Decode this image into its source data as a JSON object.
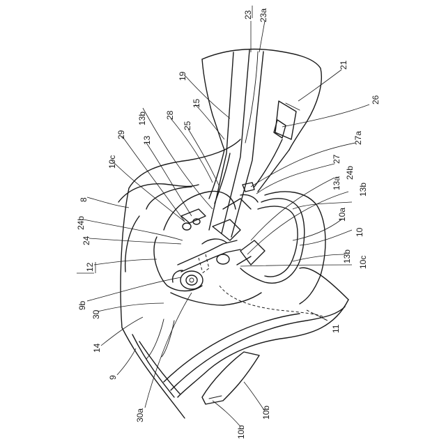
{
  "figure": {
    "labels": [
      {
        "key": "lbl_23",
        "text": "23",
        "underlined": true
      },
      {
        "key": "lbl_23a",
        "text": "23a"
      },
      {
        "key": "lbl_21",
        "text": "21"
      },
      {
        "key": "lbl_26",
        "text": "26"
      },
      {
        "key": "lbl_27a",
        "text": "27a"
      },
      {
        "key": "lbl_27",
        "text": "27"
      },
      {
        "key": "lbl_24b_r",
        "text": "24b"
      },
      {
        "key": "lbl_13a",
        "text": "13a"
      },
      {
        "key": "lbl_13b_r1",
        "text": "13b"
      },
      {
        "key": "lbl_10a",
        "text": "10a"
      },
      {
        "key": "lbl_10",
        "text": "10"
      },
      {
        "key": "lbl_13b_r2",
        "text": "13b"
      },
      {
        "key": "lbl_10c_r",
        "text": "10c"
      },
      {
        "key": "lbl_11",
        "text": "11"
      },
      {
        "key": "lbl_19",
        "text": "19"
      },
      {
        "key": "lbl_15",
        "text": "15"
      },
      {
        "key": "lbl_13b_t",
        "text": "13b"
      },
      {
        "key": "lbl_28",
        "text": "28"
      },
      {
        "key": "lbl_25",
        "text": "25"
      },
      {
        "key": "lbl_29",
        "text": "29"
      },
      {
        "key": "lbl_13",
        "text": "13"
      },
      {
        "key": "lbl_10c_l",
        "text": "10c"
      },
      {
        "key": "lbl_8",
        "text": "8"
      },
      {
        "key": "lbl_24b_l",
        "text": "24b"
      },
      {
        "key": "lbl_24",
        "text": "24"
      },
      {
        "key": "lbl_12",
        "text": "12",
        "underlined": true
      },
      {
        "key": "lbl_9b",
        "text": "9b"
      },
      {
        "key": "lbl_30",
        "text": "30"
      },
      {
        "key": "lbl_14",
        "text": "14"
      },
      {
        "key": "lbl_9",
        "text": "9"
      },
      {
        "key": "lbl_30a",
        "text": "30a"
      },
      {
        "key": "lbl_10b_1",
        "text": "10b"
      },
      {
        "key": "lbl_10b_2",
        "text": "10b"
      }
    ]
  }
}
